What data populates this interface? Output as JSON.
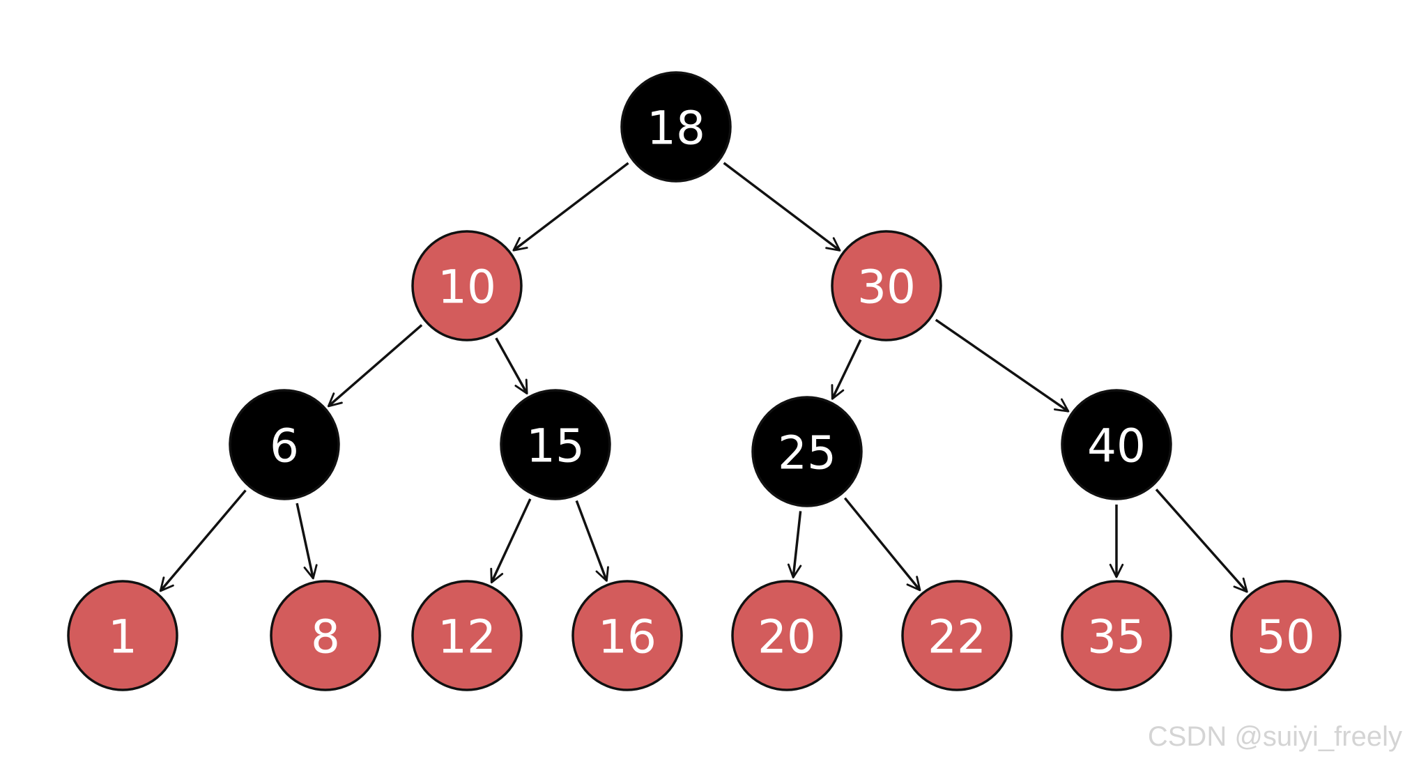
{
  "tree": {
    "colors": {
      "black": "#000000",
      "red": "#d35c5c",
      "text": "#ffffff",
      "edge": "#111111"
    },
    "nodes": [
      {
        "id": "n18",
        "label": "18",
        "color": "black"
      },
      {
        "id": "n10",
        "label": "10",
        "color": "red"
      },
      {
        "id": "n30",
        "label": "30",
        "color": "red"
      },
      {
        "id": "n6",
        "label": "6",
        "color": "black"
      },
      {
        "id": "n15",
        "label": "15",
        "color": "black"
      },
      {
        "id": "n25",
        "label": "25",
        "color": "black"
      },
      {
        "id": "n40",
        "label": "40",
        "color": "black"
      },
      {
        "id": "n1",
        "label": "1",
        "color": "red"
      },
      {
        "id": "n8",
        "label": "8",
        "color": "red"
      },
      {
        "id": "n12",
        "label": "12",
        "color": "red"
      },
      {
        "id": "n16",
        "label": "16",
        "color": "red"
      },
      {
        "id": "n20",
        "label": "20",
        "color": "red"
      },
      {
        "id": "n22",
        "label": "22",
        "color": "red"
      },
      {
        "id": "n35",
        "label": "35",
        "color": "red"
      },
      {
        "id": "n50",
        "label": "50",
        "color": "red"
      }
    ],
    "edges": [
      {
        "from": "n18",
        "to": "n10"
      },
      {
        "from": "n18",
        "to": "n30"
      },
      {
        "from": "n10",
        "to": "n6"
      },
      {
        "from": "n10",
        "to": "n15"
      },
      {
        "from": "n30",
        "to": "n25"
      },
      {
        "from": "n30",
        "to": "n40"
      },
      {
        "from": "n6",
        "to": "n1"
      },
      {
        "from": "n6",
        "to": "n8"
      },
      {
        "from": "n15",
        "to": "n12"
      },
      {
        "from": "n15",
        "to": "n16"
      },
      {
        "from": "n25",
        "to": "n20"
      },
      {
        "from": "n25",
        "to": "n22"
      },
      {
        "from": "n40",
        "to": "n35"
      },
      {
        "from": "n40",
        "to": "n50"
      }
    ]
  },
  "watermark": "CSDN @suiyi_freely"
}
